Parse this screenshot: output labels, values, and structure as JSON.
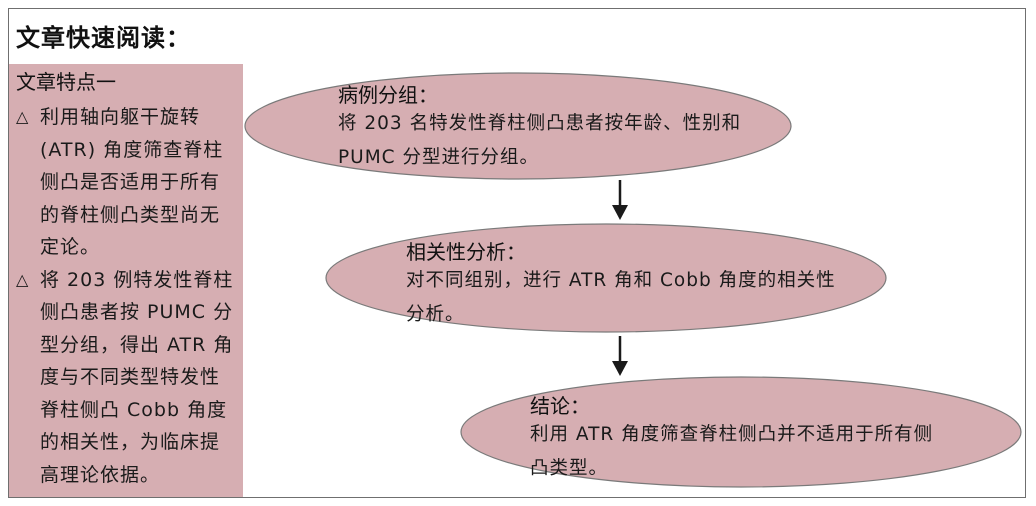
{
  "title": "文章快速阅读：",
  "features": {
    "heading": "文章特点一",
    "bullet_glyph": "△",
    "items": [
      [
        "利用轴向躯干旋转",
        "(ATR) 角度筛查脊柱",
        "侧凸是否适用于所有",
        "的脊柱侧凸类型尚无",
        "定论。"
      ],
      [
        "将 203 例特发性脊柱",
        "侧凸患者按 PUMC 分",
        "型分组，得出 ATR 角",
        "度与不同类型特发性",
        "脊柱侧凸 Cobb 角度",
        "的相关性，为临床提",
        "高理论依据。"
      ]
    ]
  },
  "flow": {
    "nodes": [
      {
        "heading": "病例分组：",
        "lines": [
          "将 203 名特发性脊柱侧凸患者按年龄、性别和",
          "PUMC 分型进行分组。"
        ]
      },
      {
        "heading": "相关性分析：",
        "lines": [
          "对不同组别，进行 ATR 角和 Cobb 角度的相关性",
          "分析。"
        ]
      },
      {
        "heading": "结论：",
        "lines": [
          "利用 ATR 角度筛查脊柱侧凸并不适用于所有侧",
          "凸类型。"
        ]
      }
    ]
  },
  "colors": {
    "ellipse_fill": "#d6aeb2",
    "ellipse_stroke": "#7a7a7a",
    "panel_fill": "#d6aeb2",
    "arrow": "#1a1a1a"
  }
}
